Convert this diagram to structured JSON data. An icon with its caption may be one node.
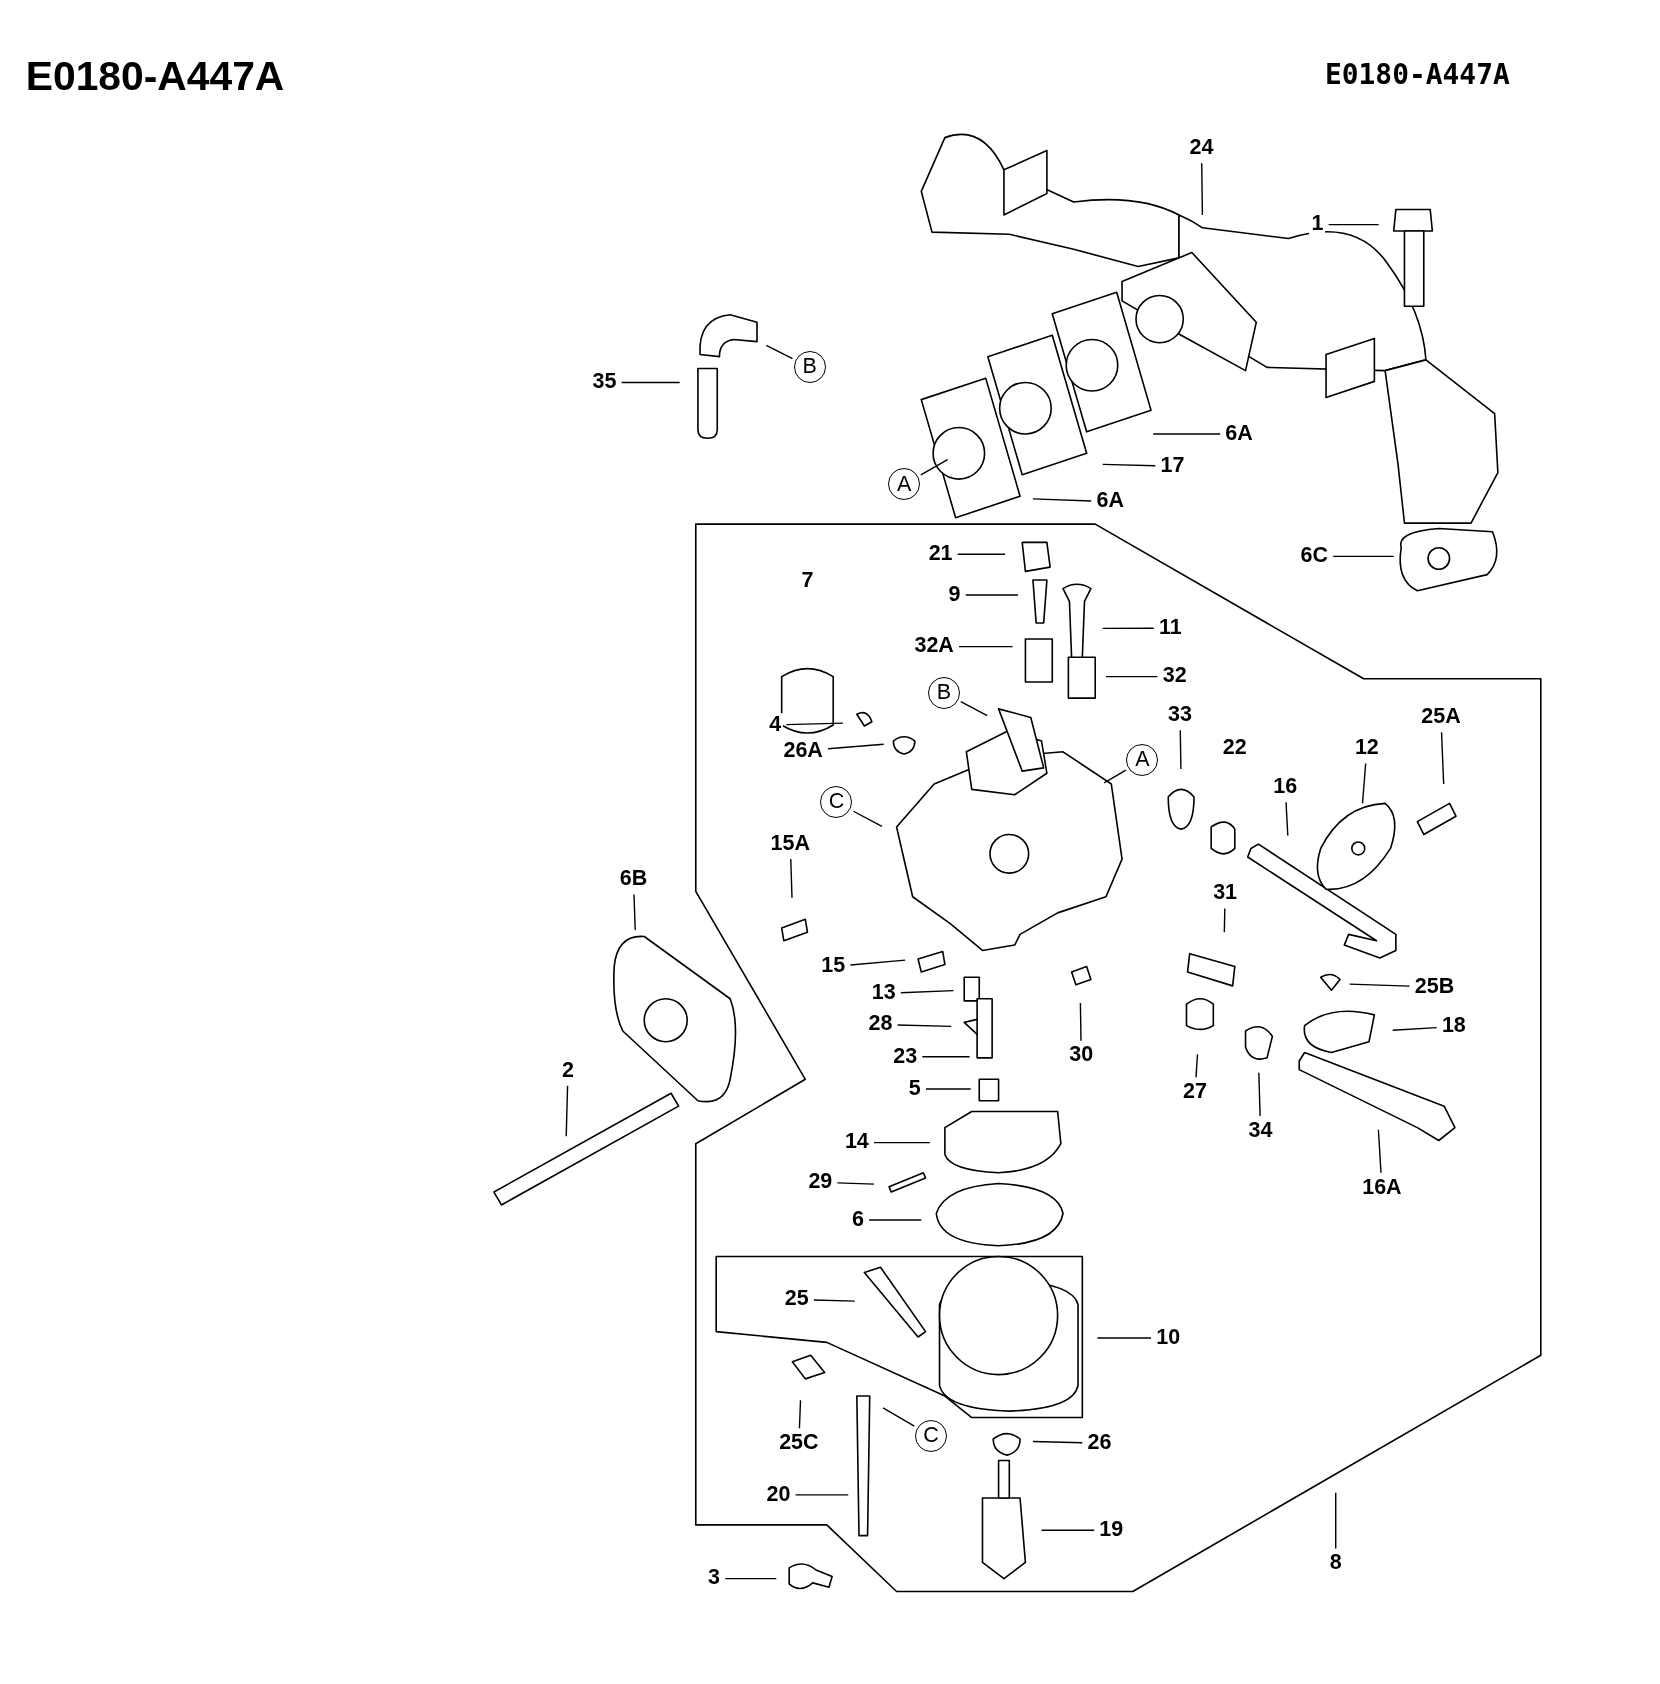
{
  "diagram": {
    "title": "E0180-A447A",
    "nodes": [
      {
        "text": [
          "24"
        ]
      },
      {
        "text": [
          "1"
        ]
      },
      {
        "text": [
          "B"
        ]
      },
      {
        "text": [
          "35"
        ]
      },
      {
        "text": [
          "6A"
        ]
      },
      {
        "text": [
          "17"
        ]
      },
      {
        "text": [
          "A"
        ]
      },
      {
        "text": [
          "6A"
        ]
      },
      {
        "text": [
          "21"
        ]
      },
      {
        "text": [
          "6C"
        ]
      },
      {
        "text": [
          "9"
        ]
      },
      {
        "text": [
          "11"
        ]
      },
      {
        "text": [
          "32A"
        ]
      },
      {
        "text": [
          "32"
        ]
      },
      {
        "text": [
          "B"
        ]
      },
      {
        "text": [
          "33"
        ]
      },
      {
        "text": [
          "4"
        ]
      },
      {
        "text": [
          "26A"
        ]
      },
      {
        "text": [
          "12"
        ]
      },
      {
        "text": [
          "25A"
        ]
      },
      {
        "text": [
          "A"
        ]
      },
      {
        "text": [
          "16"
        ]
      },
      {
        "text": [
          "C"
        ]
      },
      {
        "text": [
          "15A"
        ]
      },
      {
        "text": [
          "6B"
        ]
      },
      {
        "text": [
          "31"
        ]
      },
      {
        "text": [
          "15"
        ]
      },
      {
        "text": [
          "25B"
        ]
      },
      {
        "text": [
          "13"
        ]
      },
      {
        "text": [
          "28"
        ]
      },
      {
        "text": [
          "18"
        ]
      },
      {
        "text": [
          "23"
        ]
      },
      {
        "text": [
          "30"
        ]
      },
      {
        "text": [
          "5"
        ]
      },
      {
        "text": [
          "27"
        ]
      },
      {
        "text": [
          "2"
        ]
      },
      {
        "text": [
          "34"
        ]
      },
      {
        "text": [
          "14"
        ]
      },
      {
        "text": [
          "16A"
        ]
      },
      {
        "text": [
          "29"
        ]
      },
      {
        "text": [
          "6"
        ]
      },
      {
        "text": [
          "25"
        ]
      },
      {
        "text": [
          "10"
        ]
      },
      {
        "text": [
          "C"
        ]
      },
      {
        "text": [
          "25C"
        ]
      },
      {
        "text": [
          "26"
        ]
      },
      {
        "text": [
          "20"
        ]
      },
      {
        "text": [
          "19"
        ]
      },
      {
        "text": [
          "3"
        ]
      },
      {
        "text": [
          "8"
        ]
      },
      {
        "text": [
          "7"
        ]
      },
      {
        "text": [
          "22"
        ]
      }
    ],
    "edges": [
      {
        "from": 0,
        "to": null,
        "arrow": "none"
      },
      {
        "from": 1,
        "to": null,
        "arrow": "none"
      },
      {
        "from": 2,
        "to": null,
        "arrow": "none"
      },
      {
        "from": 3,
        "to": null,
        "arrow": "none"
      },
      {
        "from": 4,
        "to": null,
        "arrow": "none"
      },
      {
        "from": 5,
        "to": null,
        "arrow": "none"
      },
      {
        "from": 6,
        "to": null,
        "arrow": "none"
      },
      {
        "from": 7,
        "to": null,
        "arrow": "none"
      },
      {
        "from": 8,
        "to": null,
        "arrow": "none"
      },
      {
        "from": 9,
        "to": null,
        "arrow": "none"
      },
      {
        "from": 10,
        "to": null,
        "arrow": "none"
      },
      {
        "from": 11,
        "to": null,
        "arrow": "none"
      },
      {
        "from": 12,
        "to": null,
        "arrow": "none"
      },
      {
        "from": 13,
        "to": null,
        "arrow": "none"
      },
      {
        "from": 14,
        "to": null,
        "arrow": "none"
      },
      {
        "from": 15,
        "to": null,
        "arrow": "none"
      },
      {
        "from": 16,
        "to": null,
        "arrow": "none"
      },
      {
        "from": 17,
        "to": null,
        "arrow": "none"
      },
      {
        "from": 18,
        "to": null,
        "arrow": "none"
      },
      {
        "from": 19,
        "to": null,
        "arrow": "none"
      },
      {
        "from": 20,
        "to": null,
        "arrow": "none"
      },
      {
        "from": 21,
        "to": null,
        "arrow": "none"
      },
      {
        "from": 22,
        "to": null,
        "arrow": "none"
      },
      {
        "from": 23,
        "to": null,
        "arrow": "none"
      },
      {
        "from": 24,
        "to": null,
        "arrow": "none"
      },
      {
        "from": 25,
        "to": null,
        "arrow": "none"
      },
      {
        "from": 26,
        "to": null,
        "arrow": "none"
      },
      {
        "from": 27,
        "to": null,
        "arrow": "none"
      },
      {
        "from": 28,
        "to": null,
        "arrow": "none"
      },
      {
        "from": 29,
        "to": null,
        "arrow": "none"
      },
      {
        "from": 30,
        "to": null,
        "arrow": "none"
      },
      {
        "from": 31,
        "to": null,
        "arrow": "none"
      },
      {
        "from": 32,
        "to": null,
        "arrow": "none"
      },
      {
        "from": 33,
        "to": null,
        "arrow": "none"
      },
      {
        "from": 34,
        "to": null,
        "arrow": "none"
      },
      {
        "from": 35,
        "to": null,
        "arrow": "none"
      },
      {
        "from": 36,
        "to": null,
        "arrow": "none"
      },
      {
        "from": 37,
        "to": null,
        "arrow": "none"
      },
      {
        "from": 38,
        "to": null,
        "arrow": "none"
      },
      {
        "from": 39,
        "to": null,
        "arrow": "none"
      },
      {
        "from": 40,
        "to": null,
        "arrow": "none"
      },
      {
        "from": 41,
        "to": null,
        "arrow": "none"
      },
      {
        "from": 42,
        "to": null,
        "arrow": "none"
      },
      {
        "from": 43,
        "to": null,
        "arrow": "none"
      },
      {
        "from": 44,
        "to": null,
        "arrow": "none"
      },
      {
        "from": 45,
        "to": null,
        "arrow": "none"
      },
      {
        "from": 46,
        "to": null,
        "arrow": "none"
      },
      {
        "from": 47,
        "to": null,
        "arrow": "none"
      },
      {
        "from": 48,
        "to": null,
        "arrow": "none"
      },
      {
        "from": 49,
        "to": null,
        "arrow": "none"
      }
    ],
    "labels": [
      "E0180-A447A"
    ]
  }
}
